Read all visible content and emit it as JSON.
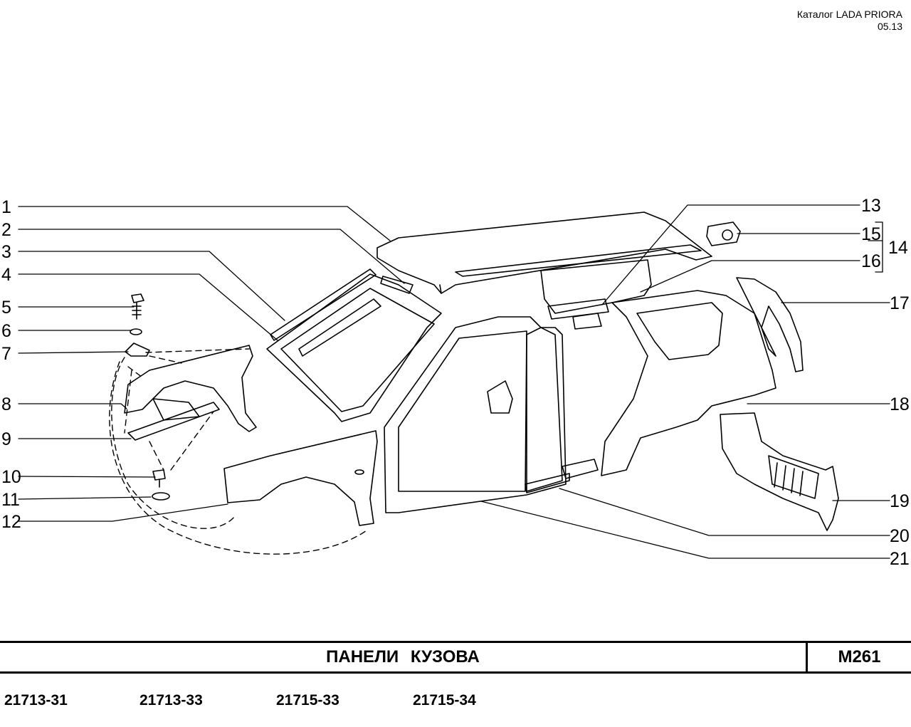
{
  "header": {
    "catalog": "Каталог  LADA  PRIORA",
    "date": "05.13"
  },
  "callouts": [
    "1",
    "2",
    "3",
    "4",
    "5",
    "6",
    "7",
    "8",
    "9",
    "10",
    "11",
    "12",
    "13",
    "14",
    "15",
    "16",
    "17",
    "18",
    "19",
    "20",
    "21"
  ],
  "footer": {
    "title": "ПАНЕЛИ   КУЗОВА",
    "code": "M261"
  },
  "models": [
    "21713-31",
    "21713-33",
    "21715-33",
    "21715-34"
  ]
}
